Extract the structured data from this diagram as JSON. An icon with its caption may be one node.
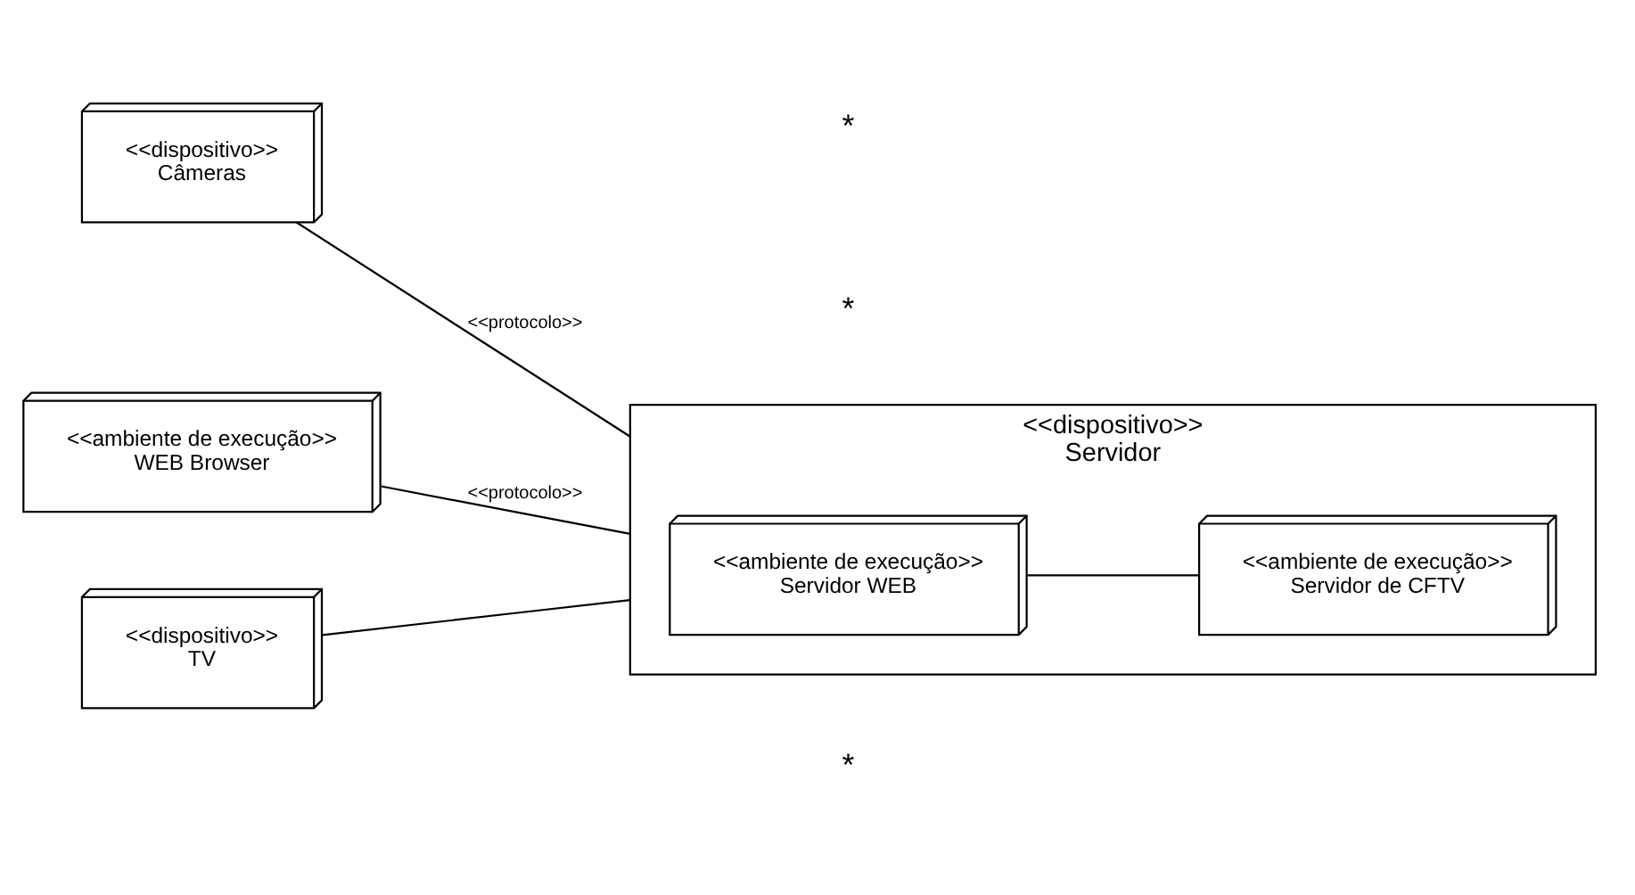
{
  "diagram": {
    "nodes": [
      {
        "text": [
          "<<dispositivo>>",
          "Servidor"
        ]
      },
      {
        "text": [
          "<<ambiente de execução>>",
          "WEB Browser"
        ]
      },
      {
        "text": [
          "<<dispositivo>>",
          "Câmeras"
        ]
      },
      {
        "text": [
          "<<dispositivo>>",
          "TV"
        ]
      },
      {
        "text": [
          "<<ambiente de execução>>",
          "Servidor WEB"
        ],
        "in": 0
      },
      {
        "text": [
          "<<ambiente de execução>>",
          "Servidor de CFTV"
        ],
        "in": 0
      }
    ],
    "edges": [
      {
        "from": 1,
        "to": 0,
        "arrow": "none",
        "label": "<<protocolo>>"
      },
      {
        "from": 2,
        "to": 0,
        "arrow": "none",
        "label": "<<protocolo>>"
      },
      {
        "from": 3,
        "to": 0,
        "arrow": "none"
      },
      {
        "from": 4,
        "to": 5,
        "arrow": "none"
      }
    ],
    "labels": [
      "*",
      "*",
      "*"
    ]
  }
}
